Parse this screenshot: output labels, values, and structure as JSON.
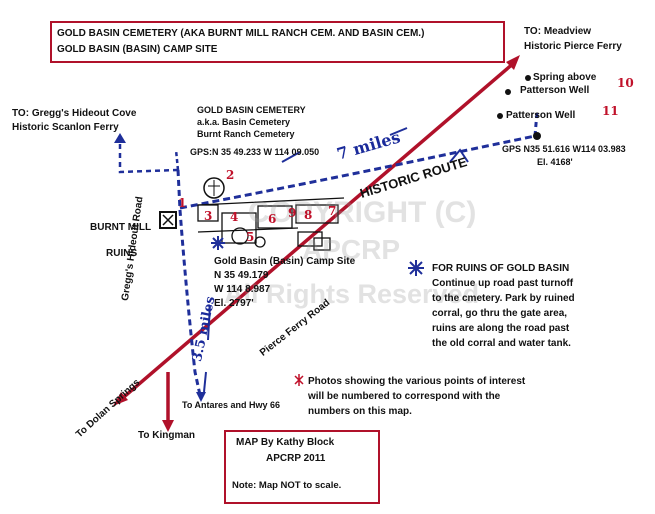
{
  "title": {
    "line1": "GOLD BASIN CEMETERY (AKA BURNT MILL RANCH CEM. AND BASIN CEM.)",
    "line2": "GOLD BASIN (BASIN) CAMP SITE"
  },
  "destinations": {
    "meadview": [
      "TO: Meadview",
      "Historic Pierce Ferry"
    ],
    "greggs": [
      "TO: Gregg's Hideout Cove",
      "Historic Scanlon Ferry"
    ],
    "dolan": "To Dolan Springs",
    "kingman": "To Kingman",
    "antares": "To Antares and Hwy 66"
  },
  "cemetery": {
    "lines": [
      "GOLD BASIN CEMETERY",
      "a.k.a. Basin Cemetery",
      "Burnt Ranch Cemetery"
    ],
    "gps": "GPS:N 35 49.233 W 114 09.050"
  },
  "springs": {
    "spring": "Spring above",
    "patterson1": "Patterson Well",
    "patterson2": "Patterson Well",
    "gps": "GPS N35 51.616 W114 03.983",
    "elev": "El. 4168'"
  },
  "burnt_mill": [
    "BURNT MILL",
    "RUINS"
  ],
  "camp": {
    "lines": [
      "Gold Basin (Basin) Camp Site",
      "N 35 49.179",
      "W 114 8.987",
      "El. 2797'"
    ]
  },
  "ruins_note": {
    "heading": "FOR RUINS OF GOLD BASIN",
    "lines": [
      "Continue up road past turnoff",
      "to the cmetery. Park by ruined",
      "corral, go thru the gate area,",
      "ruins are along the road past",
      "the old corral and water tank."
    ]
  },
  "photos_note": {
    "lines": [
      "Photos showing the various points of interest",
      "will be numbered to correspond with the",
      "numbers on this map."
    ]
  },
  "roads": {
    "historic": "HISTORIC ROUTE",
    "pierce": "Pierce Ferry Road",
    "greggs": "Gregg's Hideout Road"
  },
  "distances": {
    "seven": "7 miles",
    "three": "3.5 miles"
  },
  "numbers": [
    "1",
    "2",
    "3",
    "4",
    "5",
    "6",
    "7",
    "8",
    "9",
    "10",
    "11"
  ],
  "credit": {
    "line1": "MAP By Kathy Block",
    "line2": "APCRP  2011",
    "note": "Note: Map NOT to scale."
  },
  "watermark": {
    "copyright": "COPYRIGHT (C)",
    "org": "APCRP",
    "rights": "All Rights Reserved"
  },
  "colors": {
    "road_red": "#b0112a",
    "trail_blue": "#1f2f9a",
    "text": "#111111"
  }
}
